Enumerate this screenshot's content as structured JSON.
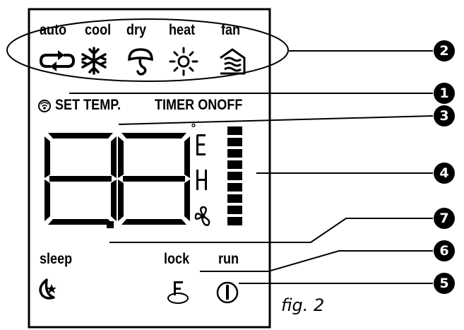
{
  "mode_labels": {
    "auto": "auto",
    "cool": "cool",
    "dry": "dry",
    "heat": "heat",
    "fan": "fan"
  },
  "status_labels": {
    "set_temp": "SET TEMP.",
    "timer_onoff": "TIMER ONOFF"
  },
  "display": {
    "digits": "8.8",
    "degree_symbol": "°"
  },
  "bottom_labels": {
    "sleep": "sleep",
    "lock": "lock",
    "run": "run"
  },
  "callouts": [
    "1",
    "2",
    "3",
    "4",
    "5",
    "6",
    "7"
  ],
  "caption": "fig. 2",
  "icons": {
    "auto": "cycle-arrows-icon",
    "cool": "snowflake-icon",
    "dry": "drop-icon",
    "heat": "sun-icon",
    "fan": "fan-house-icon",
    "signal": "signal-icon",
    "fan_speed": "fan-blade-icon",
    "sleep": "moon-star-icon",
    "lock": "lock-key-icon",
    "run": "power-icon"
  },
  "colors": {
    "ink": "#000000",
    "paper": "#ffffff"
  }
}
